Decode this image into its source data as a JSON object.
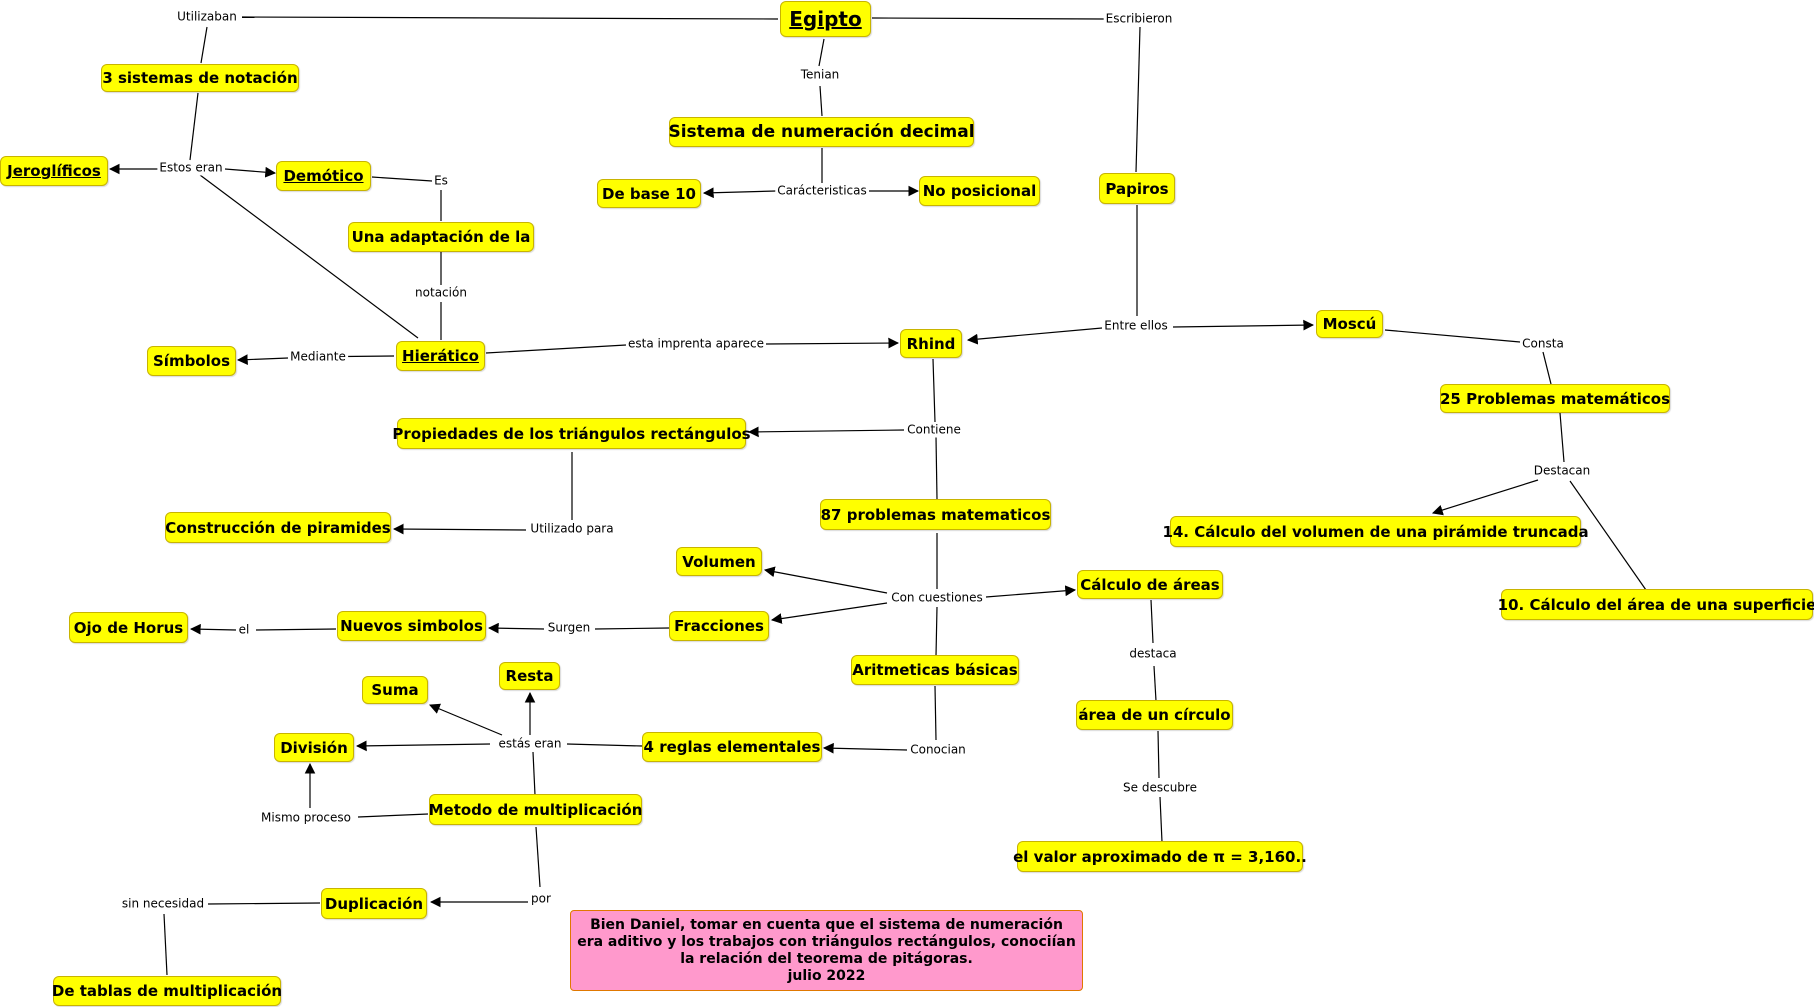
{
  "map": {
    "nodes": {
      "egipto": "Egipto",
      "sistemas": "3 sistemas de notación",
      "jeroglificos": "Jeroglíficos",
      "demotico": "Demótico",
      "adaptacion": "Una adaptación de la",
      "hieratico": "Hierático",
      "simbolos": "Símbolos",
      "sistema_decimal": "Sistema de numeración decimal",
      "base10": "De base 10",
      "no_posicional": "No posicional",
      "papiros": "Papiros",
      "rhind": "Rhind",
      "moscu": "Moscú",
      "problemas25": "25 Problemas matemáticos",
      "calculo14": "14. Cálculo del volumen de una pirámide truncada",
      "calculo10": "10. Cálculo del área de una superficie",
      "propiedades": "Propiedades de los triángulos rectángulos",
      "construccion": "Construcción de piramides",
      "problemas87": "87 problemas matematicos",
      "volumen": "Volumen",
      "calculo_areas": "Cálculo de áreas",
      "fracciones": "Fracciones",
      "nuevos_simbolos": "Nuevos simbolos",
      "ojo_horus": "Ojo de Horus",
      "aritmeticas": "Aritmeticas básicas",
      "area_circulo": "área de un círculo",
      "valor_pi": "el valor aproximado de π = 3,160..",
      "reglas4": "4 reglas elementales",
      "suma": "Suma",
      "resta": "Resta",
      "division": "División",
      "metodo": "Metodo de multiplicación",
      "duplicacion": "Duplicación",
      "tablas": "De tablas de multiplicación"
    },
    "links": {
      "utilizaban": "Utilizaban",
      "escribieron": "Escribieron",
      "tenian": "Tenian",
      "estos_eran": "Estos eran",
      "es": "Es",
      "notacion": "notación",
      "caracteristicas": "Carácteristicas",
      "mediante": "Mediante",
      "imprenta": "esta imprenta aparece",
      "entre_ellos": "Entre ellos",
      "consta": "Consta",
      "destacan": "Destacan",
      "contiene": "Contiene",
      "utilizado_para": "Utilizado para",
      "con_cuestiones": "Con cuestiones",
      "surgen": "Surgen",
      "el": "el",
      "destaca": "destaca",
      "se_descubre": "Se descubre",
      "conocian": "Conocian",
      "estas_eran": "estás eran",
      "mismo_proceso": "Mismo proceso",
      "por": "por",
      "sin_necesidad": "sin necesidad"
    },
    "note": {
      "line1": "Bien Daniel, tomar en cuenta que el sistema de numeración",
      "line2": "era aditivo y los trabajos con triángulos rectángulos, conociían",
      "line3": "la relación del teorema de pitágoras.",
      "line4": "julio 2022"
    },
    "colors": {
      "node_fill": "#ffff00",
      "note_fill": "#ff99cc",
      "line": "#000000"
    }
  }
}
